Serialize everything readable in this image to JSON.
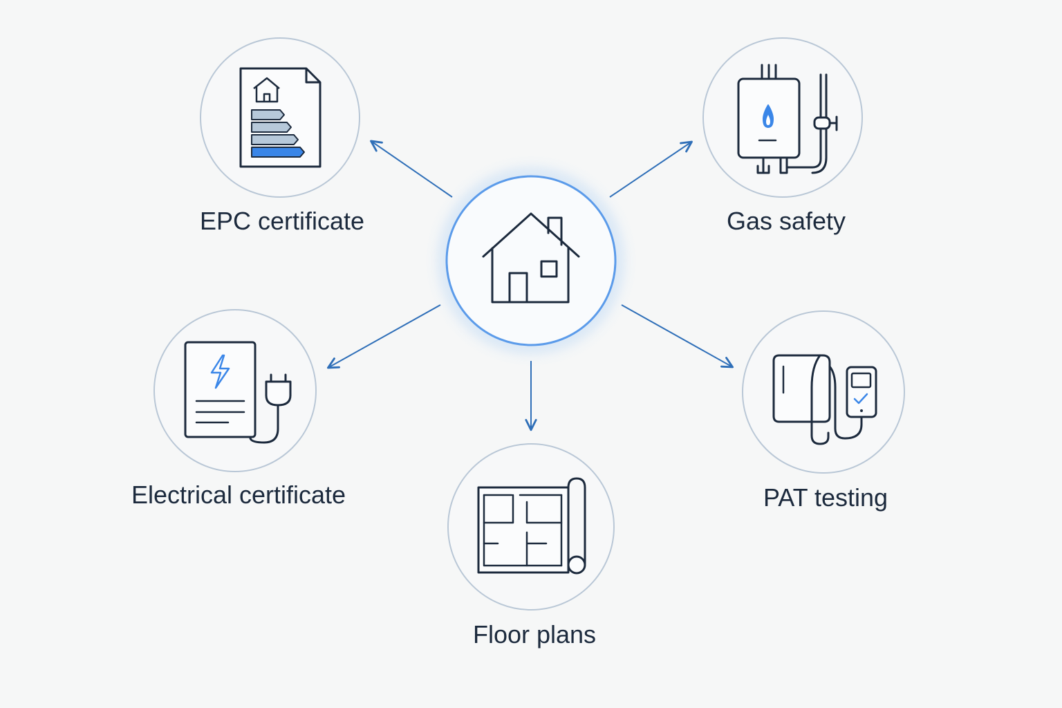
{
  "center": {
    "icon": "house-icon"
  },
  "nodes": [
    {
      "id": "epc",
      "label": "EPC certificate",
      "icon": "epc-certificate-icon"
    },
    {
      "id": "gas",
      "label": "Gas safety",
      "icon": "gas-boiler-icon"
    },
    {
      "id": "electrical",
      "label": "Electrical certificate",
      "icon": "electrical-certificate-icon"
    },
    {
      "id": "pat",
      "label": "PAT testing",
      "icon": "pat-tester-icon"
    },
    {
      "id": "floor",
      "label": "Floor plans",
      "icon": "floor-plan-icon"
    }
  ],
  "colors": {
    "background": "#f6f7f7",
    "ink": "#1c2a3d",
    "accent": "#3a86e8",
    "arrow": "#2f6fb8",
    "circle_stroke": "#b9c7d6",
    "center_stroke": "#5b9bea"
  }
}
